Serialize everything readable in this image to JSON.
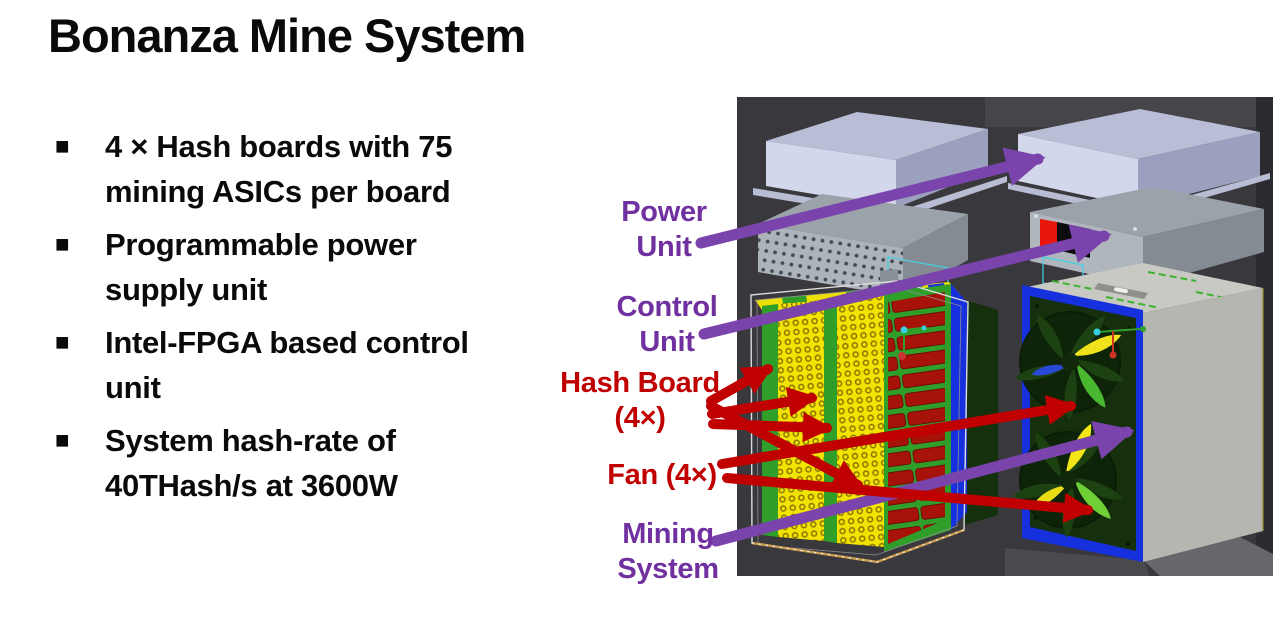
{
  "slide": {
    "title": "Bonanza Mine System",
    "bullet_marker": "■",
    "bullets": [
      "4 × Hash boards with 75\nmining ASICs per board",
      "Programmable power\nsupply unit",
      "Intel-FPGA based control\nunit",
      "System hash-rate of\n40THash/s at 3600W"
    ]
  },
  "diagram": {
    "labels": {
      "power_unit": "Power\nUnit",
      "control_unit": "Control\nUnit",
      "hash_board": "Hash Board\n(4×)",
      "fan": "Fan (4×)",
      "mining_system": "Mining\nSystem"
    },
    "colors": {
      "label_purple": "#7030a0",
      "label_red": "#c00000",
      "arrow_purple": "#7b44ac",
      "arrow_red": "#c00000",
      "render_background": "#39393d",
      "hash_board_yellow": "#f2e300",
      "board_edge_green": "#2f9f2a",
      "heatsink_red": "#a81309",
      "frame_blue": "#1630dd",
      "fan_panel_green": "#16300e",
      "chassis_gray": "#b6b6b1",
      "lid_lavender": "#d3d7eb"
    }
  }
}
